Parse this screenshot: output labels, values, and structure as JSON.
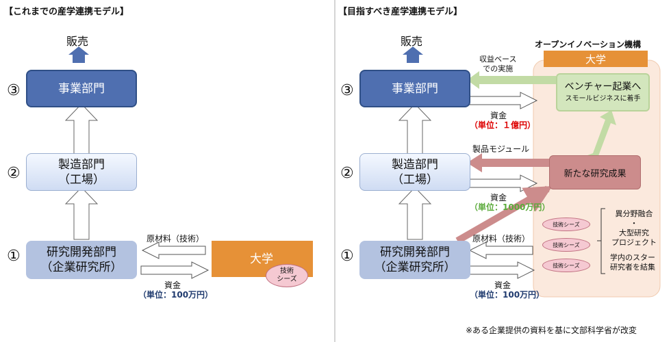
{
  "left": {
    "title": "【これまでの産学連携モデル】",
    "sales": "販売",
    "numbers": [
      "③",
      "②",
      "①"
    ],
    "jigyo": "事業部門",
    "seizo_line1": "製造部門",
    "seizo_line2": "（工場）",
    "kenkyu_line1": "研究開発部門",
    "kenkyu_line2": "（企業研究所）",
    "university": "大学",
    "seeds_line1": "技術",
    "seeds_line2": "シーズ",
    "raw_material": "原材料（技術）",
    "funds": "資金",
    "funds_unit": "（単位：100万円）"
  },
  "right": {
    "title": "【目指すべき産学連携モデル】",
    "sales": "販売",
    "numbers": [
      "③",
      "②",
      "①"
    ],
    "jigyo": "事業部門",
    "seizo_line1": "製造部門",
    "seizo_line2": "（工場）",
    "kenkyu_line1": "研究開発部門",
    "kenkyu_line2": "（企業研究所）",
    "open_innovation": "オープンイノベーション機構",
    "university": "大学",
    "venture_line1": "ベンチャー起業へ",
    "venture_line2": "スモールビジネスに着手",
    "new_results": "新たな研究成果",
    "revenue_line1": "収益ベース",
    "revenue_line2": "での実施",
    "funds_top": "資金",
    "funds_top_unit": "（単位：１億円）",
    "product_module": "製品モジュール",
    "funds_mid": "資金",
    "funds_mid_unit": "（単位：1000万円）",
    "raw_material": "原材料（技術）",
    "funds_bottom": "資金",
    "funds_bottom_unit": "（単位：100万円）",
    "seeds": [
      "技術シーズ",
      "技術シーズ",
      "技術シーズ"
    ],
    "project_line1": "異分野融合",
    "project_line2": "・",
    "project_line3": "大型研究",
    "project_line4": "プロジェクト",
    "star_line1": "学内のスター",
    "star_line2": "研究者を結集"
  },
  "footnote": "※ある企業提供の資料を基に文部科学省が改変",
  "colors": {
    "jigyo": "#4f6fb0",
    "kenkyu": "#b3c2e0",
    "university": "#e69137",
    "green_box": "#d3e6bd",
    "green_arrow": "#c2dba5",
    "rose_box": "#cc8c8c",
    "rose_arrow": "#cc8c8c",
    "seed": "#f5c9d2",
    "background_area": "#fbe9dd",
    "unit_red": "#dd0000",
    "unit_green": "#5aaa3a",
    "unit_navy": "#1f3a6e"
  }
}
